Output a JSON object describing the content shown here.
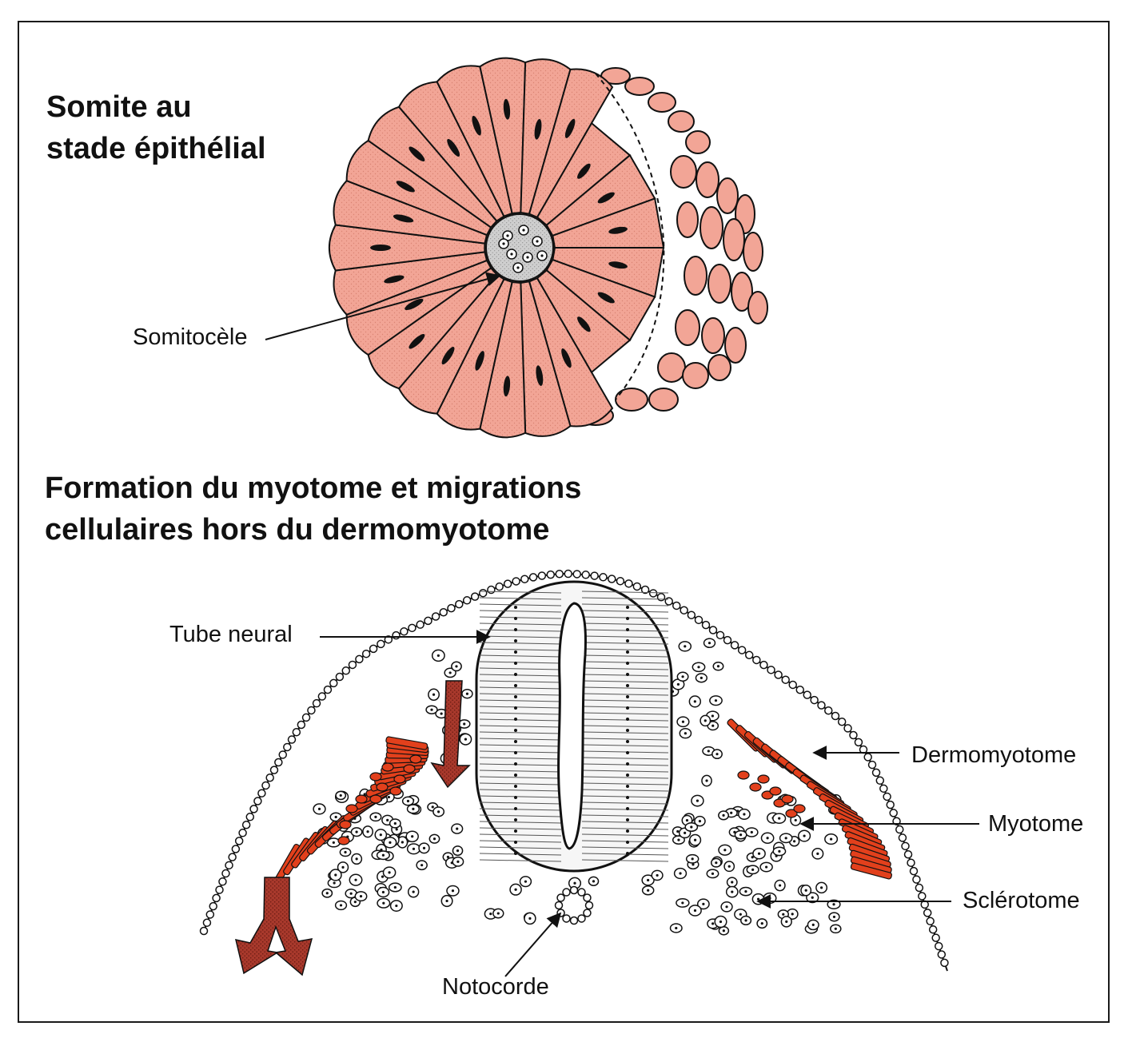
{
  "top_title": {
    "line1": "Somite au",
    "line2": "stade épithélial"
  },
  "bottom_title": {
    "line1": "Formation du myotome et migrations",
    "line2": "cellulaires hors du dermomyotome"
  },
  "labels": {
    "somitocele": "Somitocèle",
    "tube_neural": "Tube neural",
    "dermomyotome": "Dermomyotome",
    "myotome": "Myotome",
    "sclerotome": "Sclérotome",
    "notocorde": "Notocorde"
  },
  "colors": {
    "epithelial_cell": "#f2a596",
    "myotome_red": "#e2401c",
    "migration_arrow": "#a8392c",
    "somitocele_fill": "#c8c8c8",
    "outline": "#111111"
  }
}
